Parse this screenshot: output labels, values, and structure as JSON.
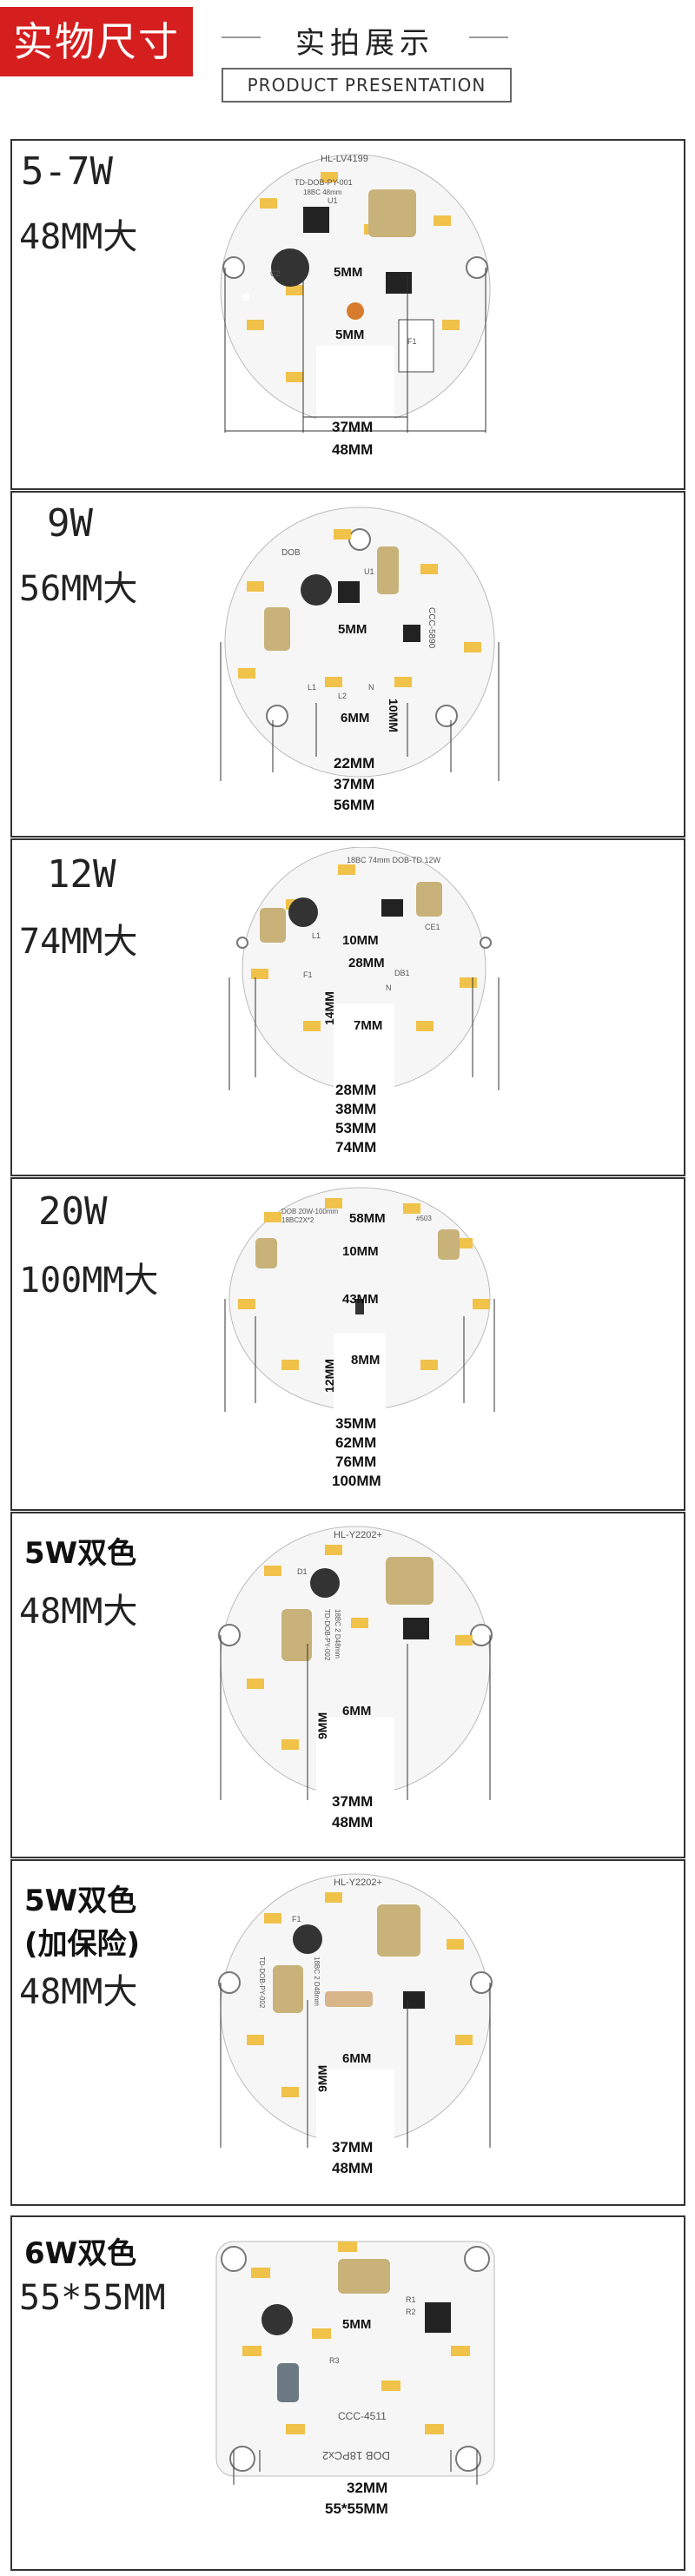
{
  "header": {
    "tag": "实物尺寸",
    "title_cn": "实拍展示",
    "title_en": "PRODUCT PRESENTATION"
  },
  "panels": [
    {
      "watt": "5-7W",
      "size": "48MM大",
      "board_text": [
        "HL-LV4199",
        "TD-DOB-PY-001",
        "18BC 48mm",
        "U1",
        "C2",
        "F1"
      ],
      "inner_dims": [
        "5MM",
        "5MM"
      ],
      "dims": [
        "37MM",
        "48MM"
      ]
    },
    {
      "watt": "9W",
      "size": "56MM大",
      "board_text": [
        "DOB",
        "CCC-5890",
        "U1",
        "L1",
        "L2",
        "N"
      ],
      "inner_dims": [
        "5MM",
        "6MM",
        "10MM"
      ],
      "dims": [
        "22MM",
        "37MM",
        "56MM"
      ]
    },
    {
      "watt": "12W",
      "size": "74MM大",
      "board_text": [
        "18BC 74mm DOB-TD 12W",
        "CE1",
        "L1",
        "F1",
        "DB1",
        "N"
      ],
      "inner_dims": [
        "10MM",
        "28MM",
        "7MM",
        "14MM"
      ],
      "dims": [
        "28MM",
        "38MM",
        "53MM",
        "74MM"
      ]
    },
    {
      "watt": "20W",
      "size": "100MM大",
      "board_text": [
        "DOB 20W-100mm",
        "18BC2X*2",
        "#503"
      ],
      "inner_dims": [
        "58MM",
        "10MM",
        "43MM",
        "8MM",
        "12MM"
      ],
      "dims": [
        "35MM",
        "62MM",
        "76MM",
        "100MM"
      ]
    },
    {
      "watt": "5W双色",
      "size": "48MM大",
      "board_text": [
        "HL-Y2202+",
        "D1",
        "TD-DOB-PY-002",
        "18BC 2 D48mm"
      ],
      "inner_dims": [
        "6MM",
        "9MM"
      ],
      "dims": [
        "37MM",
        "48MM"
      ]
    },
    {
      "watt": "5W双色",
      "note": "(加保险)",
      "size": "48MM大",
      "board_text": [
        "HL-Y2202+",
        "F1",
        "TD-DOB-PY-002",
        "18BC 2 D48mm"
      ],
      "inner_dims": [
        "6MM",
        "9MM"
      ],
      "dims": [
        "37MM",
        "48MM"
      ]
    },
    {
      "watt": "6W双色",
      "size": "55*55MM",
      "board_text": [
        "CCC-4511",
        "DOB 18PCx2",
        "R1",
        "R2",
        "R3"
      ],
      "inner_dims": [
        "5MM"
      ],
      "dims": [
        "32MM",
        "55*55MM"
      ]
    }
  ],
  "colors": {
    "accent_red": "#d51f1f",
    "pcb_white": "#f6f6f6",
    "led_yellow": "#f0c24a",
    "border": "#333333"
  }
}
